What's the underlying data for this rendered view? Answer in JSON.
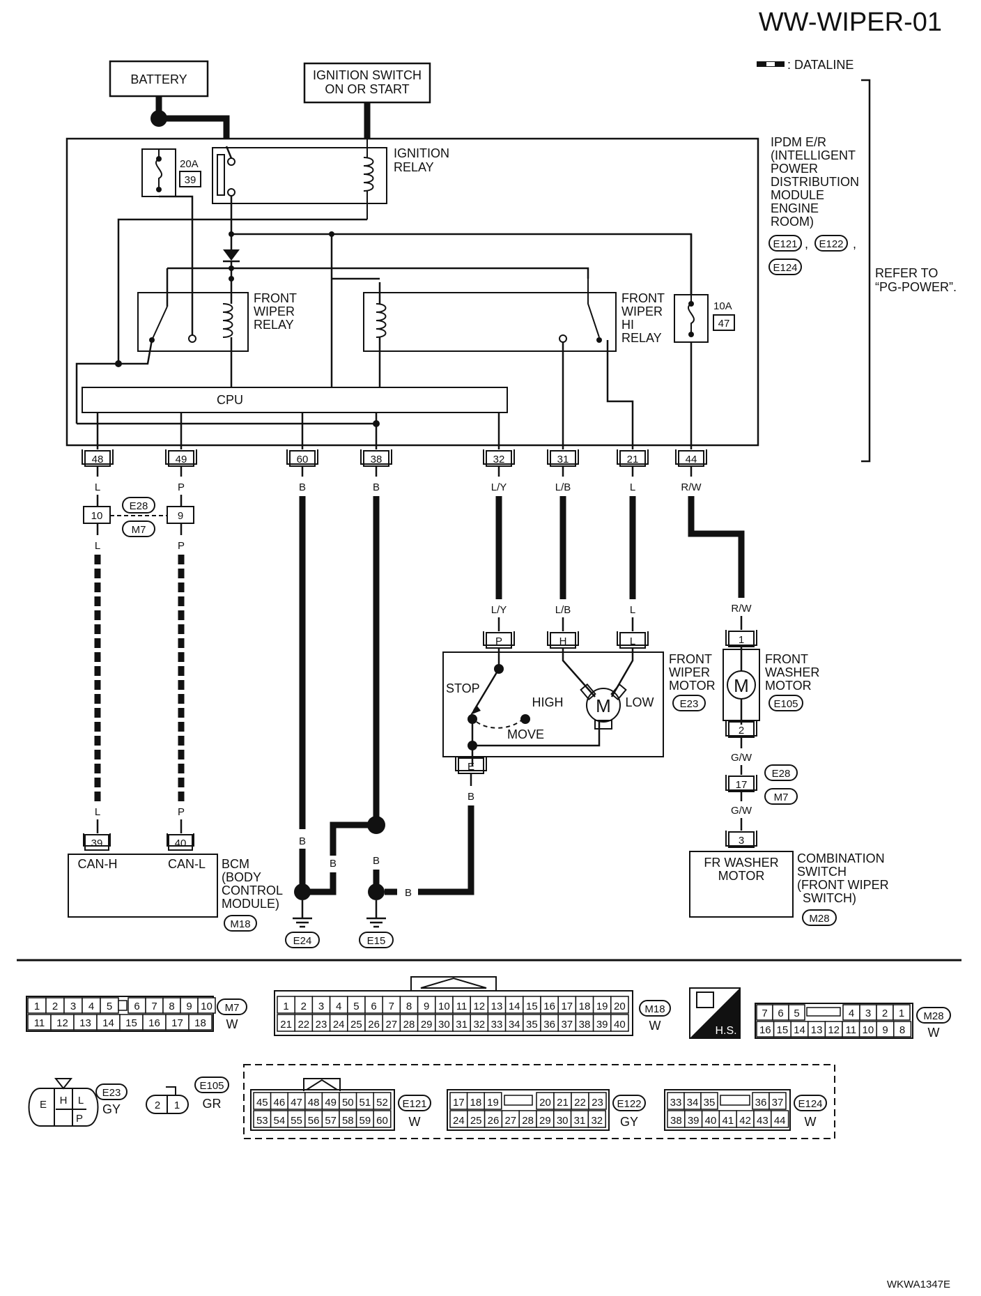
{
  "title": "WW-WIPER-01",
  "legend_dataline": ": DATALINE",
  "battery": "BATTERY",
  "ignition_switch": [
    "IGNITION SWITCH",
    "ON OR START"
  ],
  "fuse_20a": "20A",
  "fuse_20a_no": "39",
  "ignition_relay": [
    "IGNITION",
    "RELAY"
  ],
  "front_wiper_relay": [
    "FRONT",
    "WIPER",
    "RELAY"
  ],
  "front_wiper_hi_relay": [
    "FRONT",
    "WIPER",
    "HI",
    "RELAY"
  ],
  "fuse_10a": "10A",
  "fuse_10a_no": "47",
  "cpu": "CPU",
  "ipdm": [
    "IPDM E/R",
    "(INTELLIGENT",
    "POWER",
    "DISTRIBUTION",
    "MODULE",
    "ENGINE",
    "ROOM)"
  ],
  "ipdm_connectors": [
    "E121",
    "E122",
    "E124"
  ],
  "refer": [
    "REFER TO",
    "“PG-POWER”."
  ],
  "ipdm_terminals": [
    "48",
    "49",
    "60",
    "38",
    "32",
    "31",
    "21",
    "44"
  ],
  "wire_colors_top": [
    "L",
    "P",
    "B",
    "B",
    "L/Y",
    "L/B",
    "L",
    "R/W"
  ],
  "joint_pins": [
    "10",
    "9"
  ],
  "joint_conn": [
    "E28",
    "M7"
  ],
  "wire_colors_mid": [
    "L",
    "P"
  ],
  "motor_wire_colors": [
    "L/Y",
    "L/B",
    "L",
    "R/W"
  ],
  "motor_pins": [
    "P",
    "H",
    "L"
  ],
  "wiper_motor_labels": {
    "stop": "STOP",
    "move": "MOVE",
    "high": "HIGH",
    "low": "LOW",
    "m": "M"
  },
  "front_wiper_motor": [
    "FRONT",
    "WIPER",
    "MOTOR"
  ],
  "front_wiper_motor_conn": "E23",
  "motor_ground_pin": "E",
  "motor_ground_color": "B",
  "washer_pins": [
    "1",
    "2"
  ],
  "front_washer_motor": [
    "FRONT",
    "WASHER",
    "MOTOR"
  ],
  "washer_conn": "E105",
  "washer_wire_1": "G/W",
  "washer_joint_pin": "17",
  "washer_joint_conn": [
    "E28",
    "M7"
  ],
  "washer_wire_2": "G/W",
  "combo_pin": "3",
  "combo_inside": [
    "FR WASHER",
    "MOTOR"
  ],
  "combination_switch": [
    "COMBINATION",
    "SWITCH",
    "(FRONT WIPER",
    "SWITCH)"
  ],
  "combo_conn": "M28",
  "bcm_pins": [
    "39",
    "40"
  ],
  "bcm_can": [
    "CAN-H",
    "CAN-L"
  ],
  "bcm_wire_bottom": [
    "L",
    "P"
  ],
  "bcm": [
    "BCM",
    "(BODY",
    "CONTROL",
    "MODULE)"
  ],
  "bcm_conn": "M18",
  "ground_wire_labels": [
    "B",
    "B",
    "B",
    "B"
  ],
  "ground_e15_b": "B",
  "grounds": [
    "E24",
    "E15"
  ],
  "conn_m7": {
    "id": "M7",
    "color": "W",
    "row1": [
      "1",
      "2",
      "3",
      "4",
      "5",
      "6",
      "7",
      "8",
      "9",
      "10"
    ],
    "row2": [
      "11",
      "12",
      "13",
      "14",
      "15",
      "16",
      "17",
      "18"
    ]
  },
  "conn_m18": {
    "id": "M18",
    "color": "W",
    "row1": [
      "1",
      "2",
      "3",
      "4",
      "5",
      "6",
      "7",
      "8",
      "9",
      "10",
      "11",
      "12",
      "13",
      "14",
      "15",
      "16",
      "17",
      "18",
      "19",
      "20"
    ],
    "row2": [
      "21",
      "22",
      "23",
      "24",
      "25",
      "26",
      "27",
      "28",
      "29",
      "30",
      "31",
      "32",
      "33",
      "34",
      "35",
      "36",
      "37",
      "38",
      "39",
      "40"
    ]
  },
  "hs_label": "H.S.",
  "conn_m28": {
    "id": "M28",
    "color": "W",
    "row1": [
      "7",
      "6",
      "5",
      "4",
      "3",
      "2",
      "1"
    ],
    "row2": [
      "16",
      "15",
      "14",
      "13",
      "12",
      "11",
      "10",
      "9",
      "8"
    ]
  },
  "conn_e23": {
    "id": "E23",
    "color": "GY",
    "pins": [
      "E",
      "H",
      "L",
      "P"
    ]
  },
  "conn_e105": {
    "id": "E105",
    "color": "GR",
    "pins": [
      "2",
      "1"
    ]
  },
  "conn_e121": {
    "id": "E121",
    "color": "W",
    "row1": [
      "45",
      "46",
      "47",
      "48",
      "49",
      "50",
      "51",
      "52"
    ],
    "row2": [
      "53",
      "54",
      "55",
      "56",
      "57",
      "58",
      "59",
      "60"
    ]
  },
  "conn_e122": {
    "id": "E122",
    "color": "GY",
    "row1": [
      "17",
      "18",
      "19",
      "20",
      "21",
      "22",
      "23"
    ],
    "row2": [
      "24",
      "25",
      "26",
      "27",
      "28",
      "29",
      "30",
      "31",
      "32"
    ]
  },
  "conn_e124": {
    "id": "E124",
    "color": "W",
    "row1": [
      "33",
      "34",
      "35",
      "36",
      "37"
    ],
    "row2": [
      "38",
      "39",
      "40",
      "41",
      "42",
      "43",
      "44"
    ]
  },
  "footer_code": "WKWA1347E"
}
